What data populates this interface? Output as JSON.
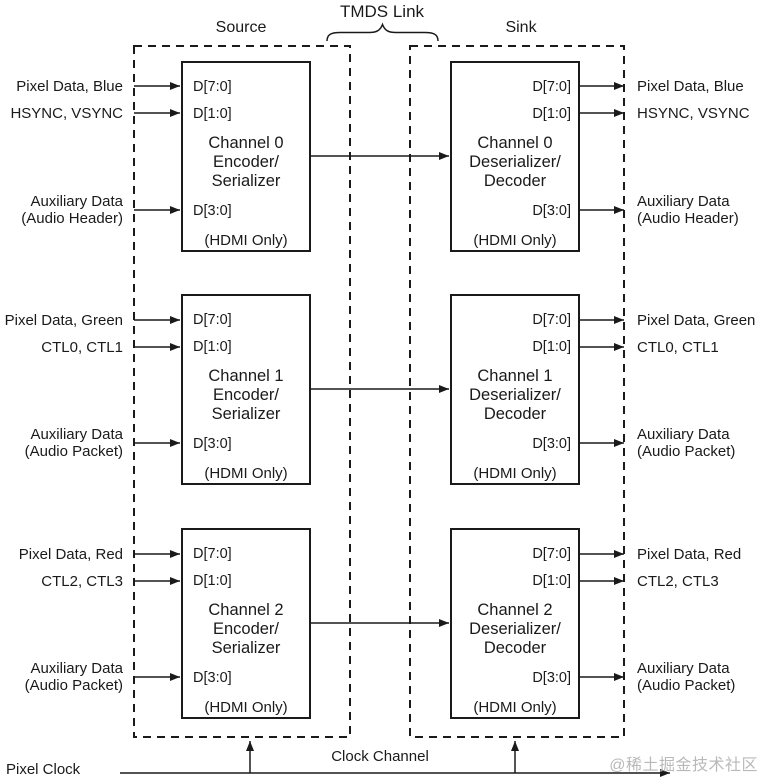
{
  "header": {
    "tmds_link": "TMDS Link",
    "source": "Source",
    "sink": "Sink"
  },
  "ports": {
    "d7": "D[7:0]",
    "d1": "D[1:0]",
    "d3": "D[3:0]",
    "hdmi_note": "(HDMI Only)"
  },
  "channels": [
    {
      "source_box": {
        "l1": "Channel 0",
        "l2": "Encoder/",
        "l3": "Serializer"
      },
      "sink_box": {
        "l1": "Channel 0",
        "l2": "Deserializer/",
        "l3": "Decoder"
      },
      "left": {
        "d7": "Pixel Data, Blue",
        "d1": "HSYNC, VSYNC",
        "aux1": "Auxiliary Data",
        "aux2": "(Audio Header)"
      },
      "right": {
        "d7": "Pixel Data, Blue",
        "d1": "HSYNC, VSYNC",
        "aux1": "Auxiliary Data",
        "aux2": "(Audio Header)"
      }
    },
    {
      "source_box": {
        "l1": "Channel 1",
        "l2": "Encoder/",
        "l3": "Serializer"
      },
      "sink_box": {
        "l1": "Channel 1",
        "l2": "Deserializer/",
        "l3": "Decoder"
      },
      "left": {
        "d7": "Pixel Data, Green",
        "d1": "CTL0, CTL1",
        "aux1": "Auxiliary Data",
        "aux2": "(Audio Packet)"
      },
      "right": {
        "d7": "Pixel Data, Green",
        "d1": "CTL0, CTL1",
        "aux1": "Auxiliary Data",
        "aux2": "(Audio Packet)"
      }
    },
    {
      "source_box": {
        "l1": "Channel 2",
        "l2": "Encoder/",
        "l3": "Serializer"
      },
      "sink_box": {
        "l1": "Channel 2",
        "l2": "Deserializer/",
        "l3": "Decoder"
      },
      "left": {
        "d7": "Pixel Data, Red",
        "d1": "CTL2, CTL3",
        "aux1": "Auxiliary Data",
        "aux2": "(Audio Packet)"
      },
      "right": {
        "d7": "Pixel Data, Red",
        "d1": "CTL2, CTL3",
        "aux1": "Auxiliary Data",
        "aux2": "(Audio Packet)"
      }
    }
  ],
  "clock": {
    "pixel_clock": "Pixel Clock",
    "clock_channel": "Clock Channel"
  },
  "watermark": "@稀土掘金技术社区",
  "colors": {
    "ink": "#1a1a1a",
    "watermark": "#b9b9b9",
    "background": "#ffffff"
  }
}
